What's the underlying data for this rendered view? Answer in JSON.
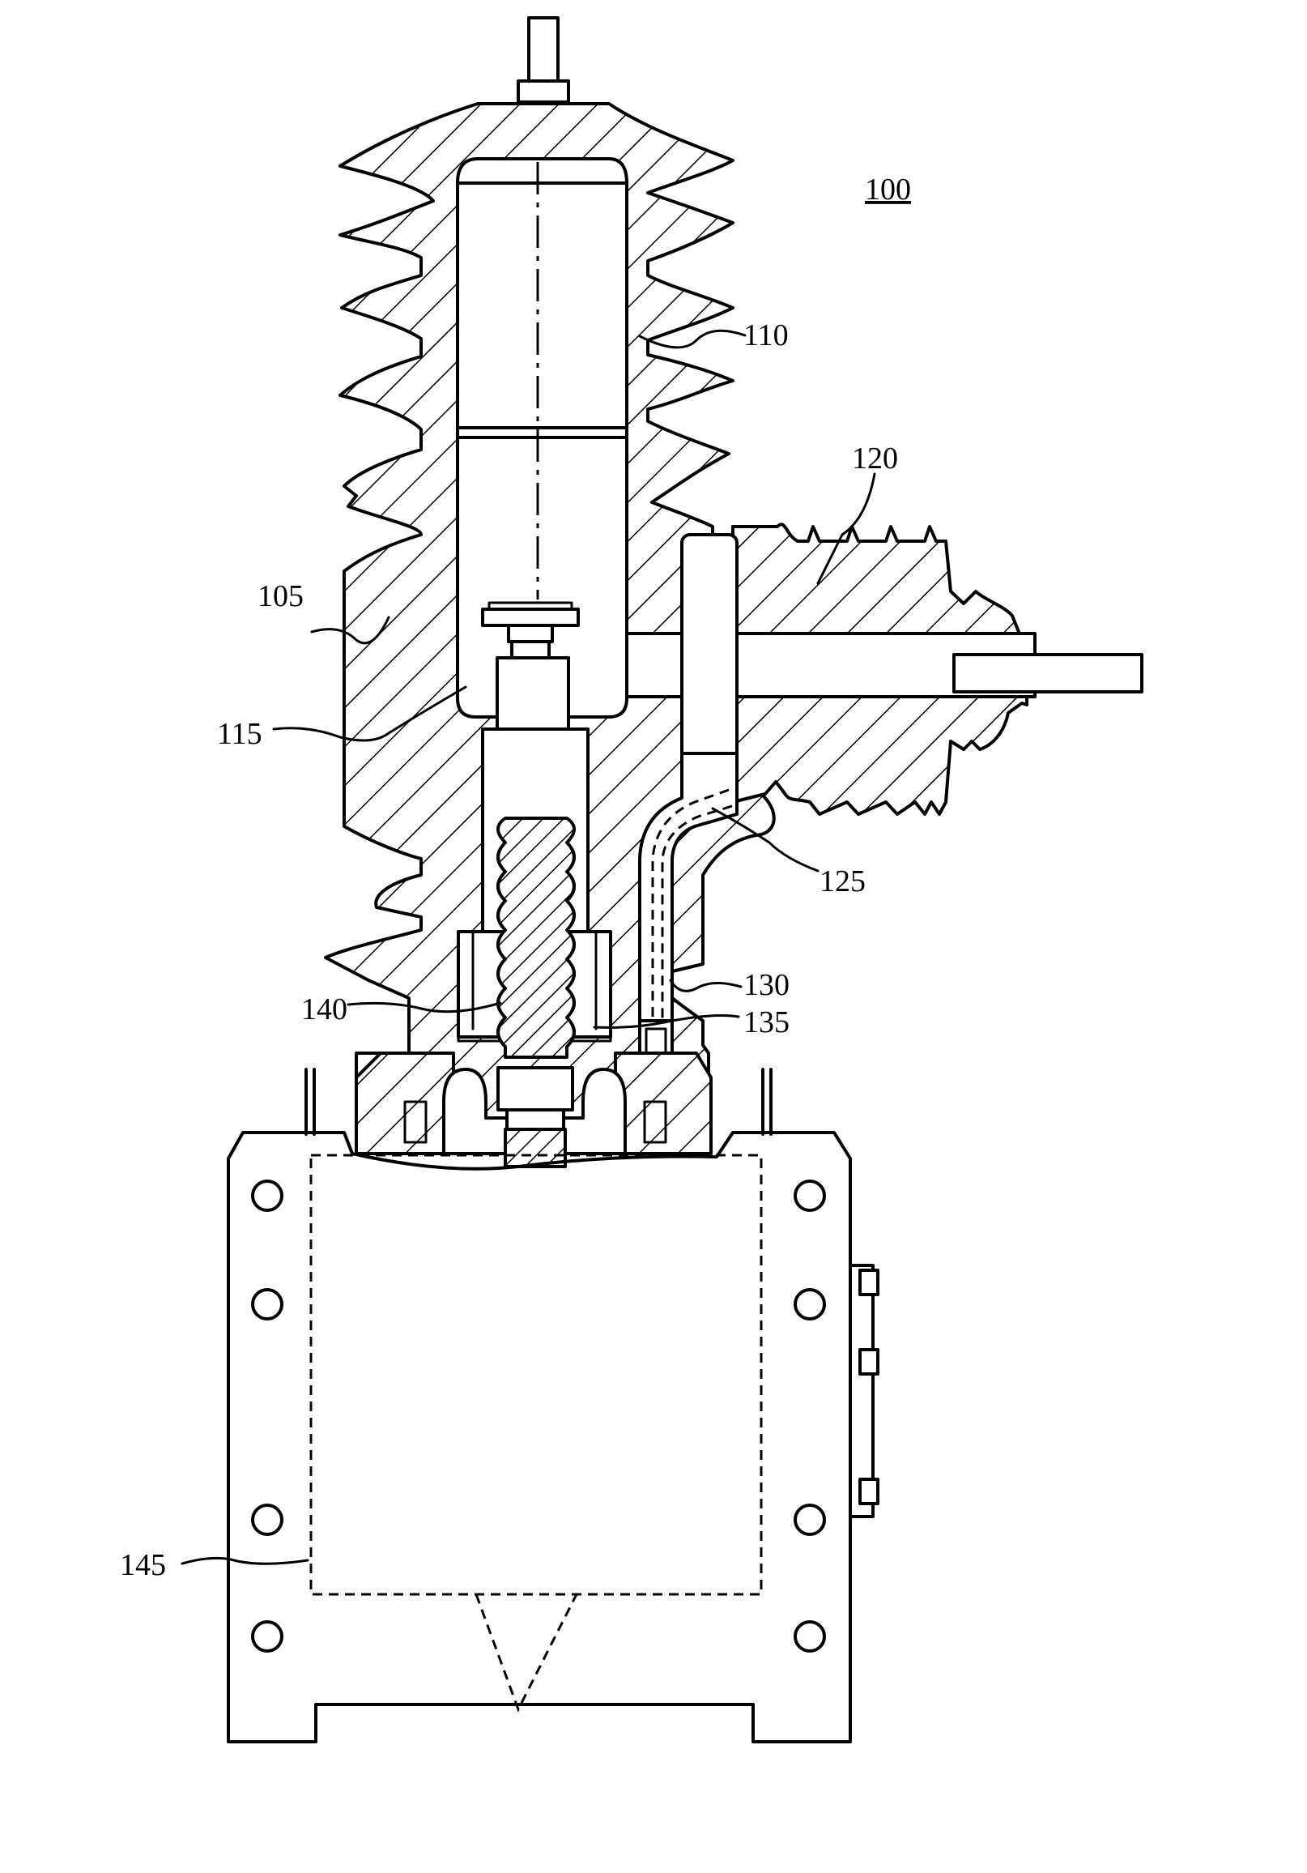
{
  "figure": {
    "labels": {
      "assembly": "100",
      "housing": "105",
      "interrupter": "110",
      "contact": "115",
      "side_bushing": "120",
      "side_conductor": "125",
      "flex_cable": "130",
      "cavity": "135",
      "bellows": "140",
      "actuator_housing": "145"
    }
  }
}
